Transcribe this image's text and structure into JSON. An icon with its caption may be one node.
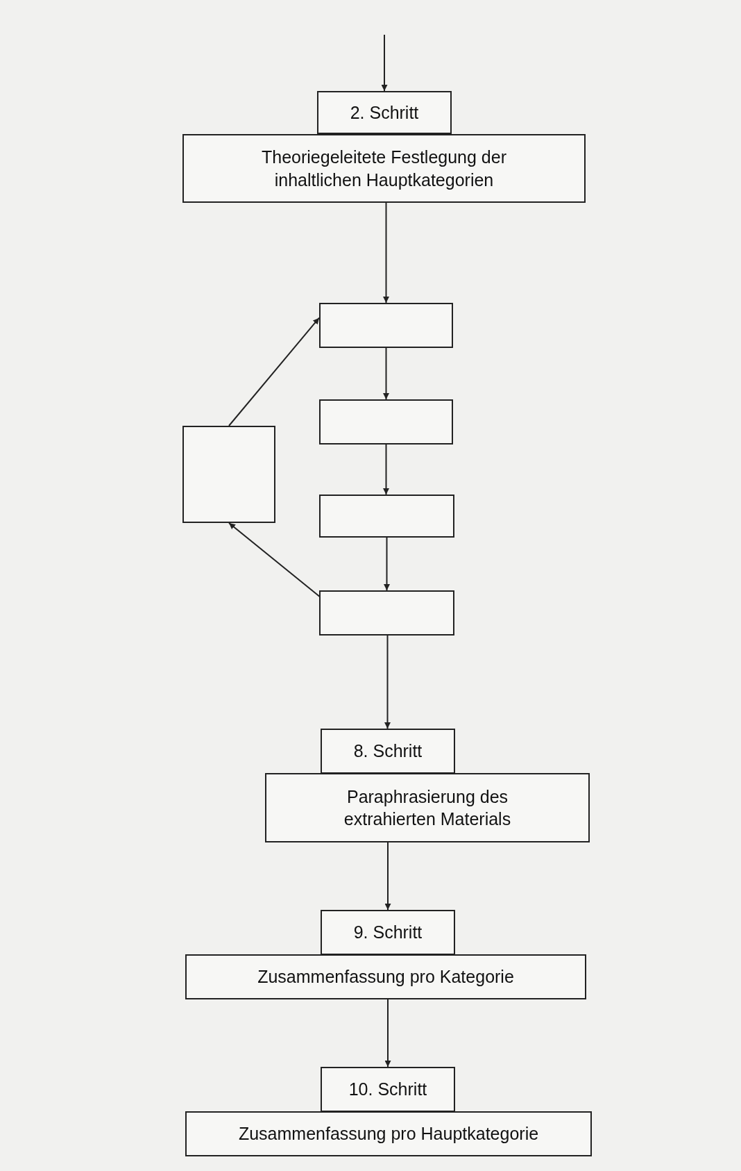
{
  "diagram": {
    "nodes": [
      {
        "text": [
          "2. Schritt"
        ]
      },
      {
        "text": [
          "Theoriegeleitete Festlegung der inhaltlichen Hauptkategorien"
        ]
      },
      {
        "text": [],
        "shape": "box"
      },
      {
        "text": [],
        "shape": "box"
      },
      {
        "text": [],
        "shape": "box"
      },
      {
        "text": [],
        "shape": "box"
      },
      {
        "text": [],
        "shape": "box"
      },
      {
        "text": [
          "8. Schritt"
        ]
      },
      {
        "text": [
          "Paraphrasierung des extrahierten Materials"
        ]
      },
      {
        "text": [
          "9. Schritt"
        ]
      },
      {
        "text": [
          "Zusammenfassung pro Kategorie"
        ]
      },
      {
        "text": [
          "10. Schritt"
        ]
      },
      {
        "text": [
          "Zusammenfassung pro Hauptkategorie"
        ]
      }
    ],
    "edges": [
      {
        "from": null,
        "to": 0,
        "arrow": "to"
      },
      {
        "from": 1,
        "to": 2,
        "arrow": "to"
      },
      {
        "from": 2,
        "to": 3,
        "arrow": "to"
      },
      {
        "from": 3,
        "to": 4,
        "arrow": "to"
      },
      {
        "from": 4,
        "to": 5,
        "arrow": "to"
      },
      {
        "from": 5,
        "to": 6,
        "arrow": "to"
      },
      {
        "from": 6,
        "to": 2,
        "arrow": "to"
      },
      {
        "from": 5,
        "to": 7,
        "arrow": "to"
      },
      {
        "from": 8,
        "to": 9,
        "arrow": "to"
      },
      {
        "from": 10,
        "to": 11,
        "arrow": "to"
      }
    ]
  }
}
